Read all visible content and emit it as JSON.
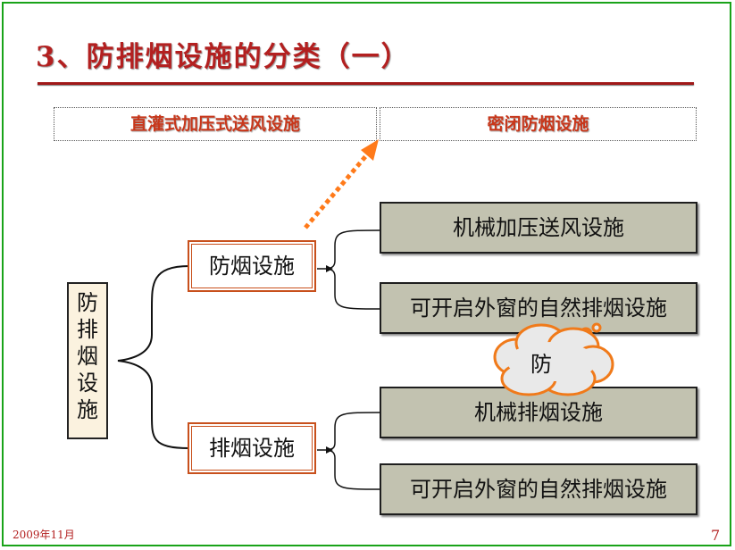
{
  "title": "3、防排烟设施的分类（一）",
  "top_labels": {
    "left": "直灌式加压式送风设施",
    "right": "密闭防烟设施"
  },
  "root": [
    "防",
    "排",
    "烟",
    "设",
    "施"
  ],
  "branches": [
    {
      "label": "防烟设施",
      "children": [
        "机械加压送风设施",
        "可开启外窗的自然排烟设施"
      ]
    },
    {
      "label": "排烟设施",
      "children": [
        "机械排烟设施",
        "可开启外窗的自然排烟设施"
      ]
    }
  ],
  "callout": "防",
  "footer": {
    "date": "2009年11月",
    "page": "7"
  },
  "colors": {
    "frame": "#19a319",
    "title": "#b32020",
    "accent": "#c8501c",
    "leaf_fill": "#c2c2b0",
    "arrow": "#ff7a1a"
  }
}
